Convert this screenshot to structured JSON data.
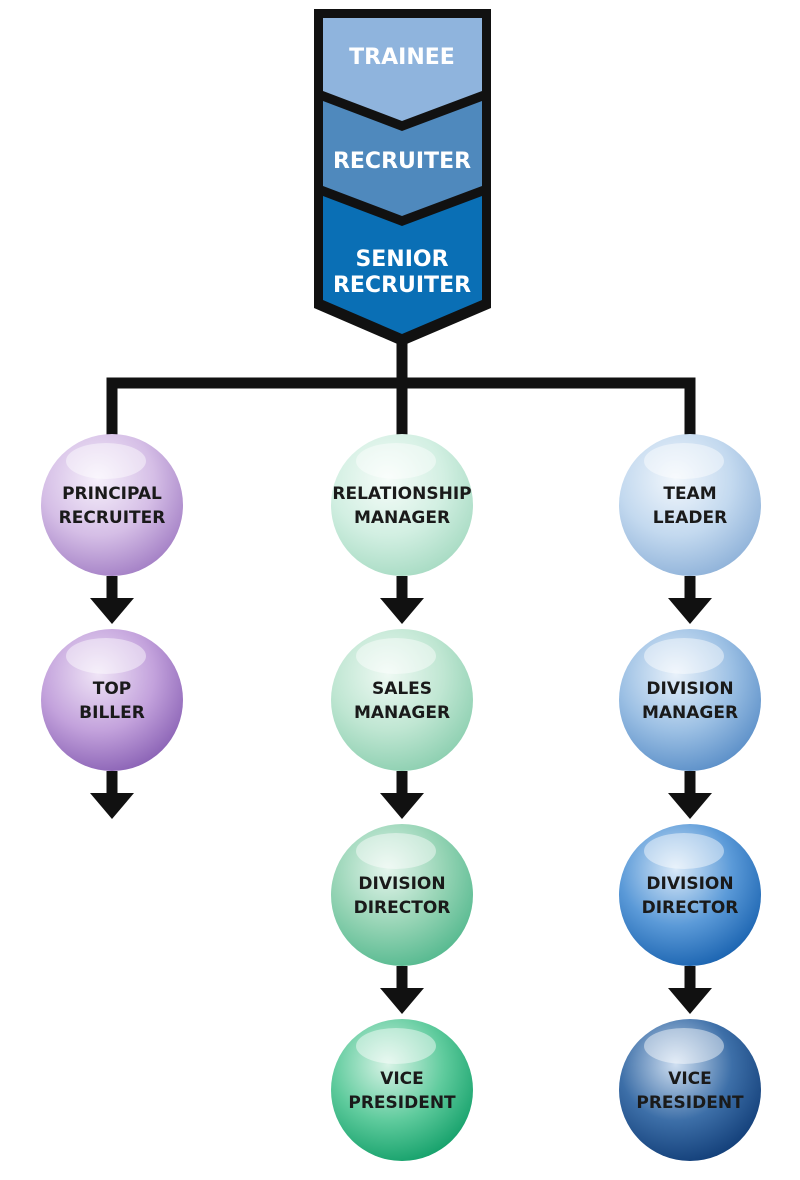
{
  "stages": [
    {
      "lines": [
        "TRAINEE"
      ],
      "color": "#8fb4dd"
    },
    {
      "lines": [
        "RECRUITER"
      ],
      "color": "#4f89bd"
    },
    {
      "lines": [
        "SENIOR",
        "RECRUITER"
      ],
      "color": "#0a6fb5"
    }
  ],
  "tracks": [
    {
      "name": "principal-track",
      "nodes": [
        {
          "lines": [
            "PRINCIPAL",
            "RECRUITER"
          ],
          "palette": [
            "#f6f0fb",
            "#d5bee6",
            "#a37fc5"
          ]
        },
        {
          "lines": [
            "TOP",
            "BILLER"
          ],
          "palette": [
            "#efe4f6",
            "#c3a2dc",
            "#8a62b5"
          ]
        }
      ],
      "open_end": true
    },
    {
      "name": "relationship-track",
      "nodes": [
        {
          "lines": [
            "RELATIONSHIP",
            "MANAGER"
          ],
          "palette": [
            "#f6fcf9",
            "#d2efe2",
            "#a7dbc3"
          ]
        },
        {
          "lines": [
            "SALES",
            "MANAGER"
          ],
          "palette": [
            "#eef9f3",
            "#bfe6d2",
            "#8ccfb0"
          ]
        },
        {
          "lines": [
            "DIVISION",
            "DIRECTOR"
          ],
          "palette": [
            "#e4f5ec",
            "#96d4b5",
            "#55b98f"
          ]
        },
        {
          "lines": [
            "VICE",
            "PRESIDENT"
          ],
          "palette": [
            "#d8f3e6",
            "#5fcb9d",
            "#14a06a"
          ]
        }
      ],
      "open_end": false
    },
    {
      "name": "leadership-track",
      "nodes": [
        {
          "lines": [
            "TEAM",
            "LEADER"
          ],
          "palette": [
            "#f2f7fc",
            "#c3d9ef",
            "#8fb2d9"
          ]
        },
        {
          "lines": [
            "DIVISION",
            "MANAGER"
          ],
          "palette": [
            "#e8f1fa",
            "#9cc0e4",
            "#5b8fc8"
          ]
        },
        {
          "lines": [
            "DIVISION",
            "DIRECTOR"
          ],
          "palette": [
            "#d9e9f8",
            "#5b9ad8",
            "#1a63b0"
          ]
        },
        {
          "lines": [
            "VICE",
            "PRESIDENT"
          ],
          "palette": [
            "#cfdff1",
            "#3d6fa8",
            "#123e78"
          ]
        }
      ],
      "open_end": false
    }
  ]
}
